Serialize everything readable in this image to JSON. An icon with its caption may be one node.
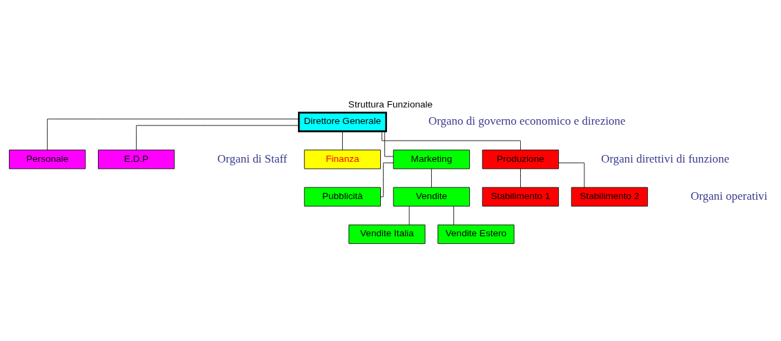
{
  "diagram": {
    "title": "Struttura Funzionale",
    "nodes": [
      {
        "text": [
          "Direttore Generale"
        ]
      },
      {
        "text": [
          "Personale"
        ]
      },
      {
        "text": [
          "E.D.P"
        ]
      },
      {
        "text": [
          "Finanza"
        ]
      },
      {
        "text": [
          "Marketing"
        ]
      },
      {
        "text": [
          "Produzione"
        ]
      },
      {
        "text": [
          "Pubblicità"
        ]
      },
      {
        "text": [
          "Vendite"
        ]
      },
      {
        "text": [
          "Stabilimento 1"
        ]
      },
      {
        "text": [
          "Stabilimento 2"
        ]
      },
      {
        "text": [
          "Vendite Italia"
        ]
      },
      {
        "text": [
          "Vendite Estero"
        ]
      }
    ],
    "edges": [
      {
        "from": 0,
        "to": 1,
        "arrow": "none"
      },
      {
        "from": 0,
        "to": 2,
        "arrow": "none"
      },
      {
        "from": 0,
        "to": 3,
        "arrow": "none"
      },
      {
        "from": 0,
        "to": 4,
        "arrow": "none"
      },
      {
        "from": 0,
        "to": 5,
        "arrow": "none"
      },
      {
        "from": 4,
        "to": 6,
        "arrow": "none"
      },
      {
        "from": 4,
        "to": 7,
        "arrow": "none"
      },
      {
        "from": 5,
        "to": 8,
        "arrow": "none"
      },
      {
        "from": 5,
        "to": 9,
        "arrow": "none"
      },
      {
        "from": 7,
        "to": 10,
        "arrow": "none"
      },
      {
        "from": 7,
        "to": 11,
        "arrow": "none"
      }
    ],
    "labels": [
      "Organo di governo economico e direzione",
      "Organi di Staff",
      "Organi direttivi di funzione",
      "Organi operativi"
    ]
  }
}
